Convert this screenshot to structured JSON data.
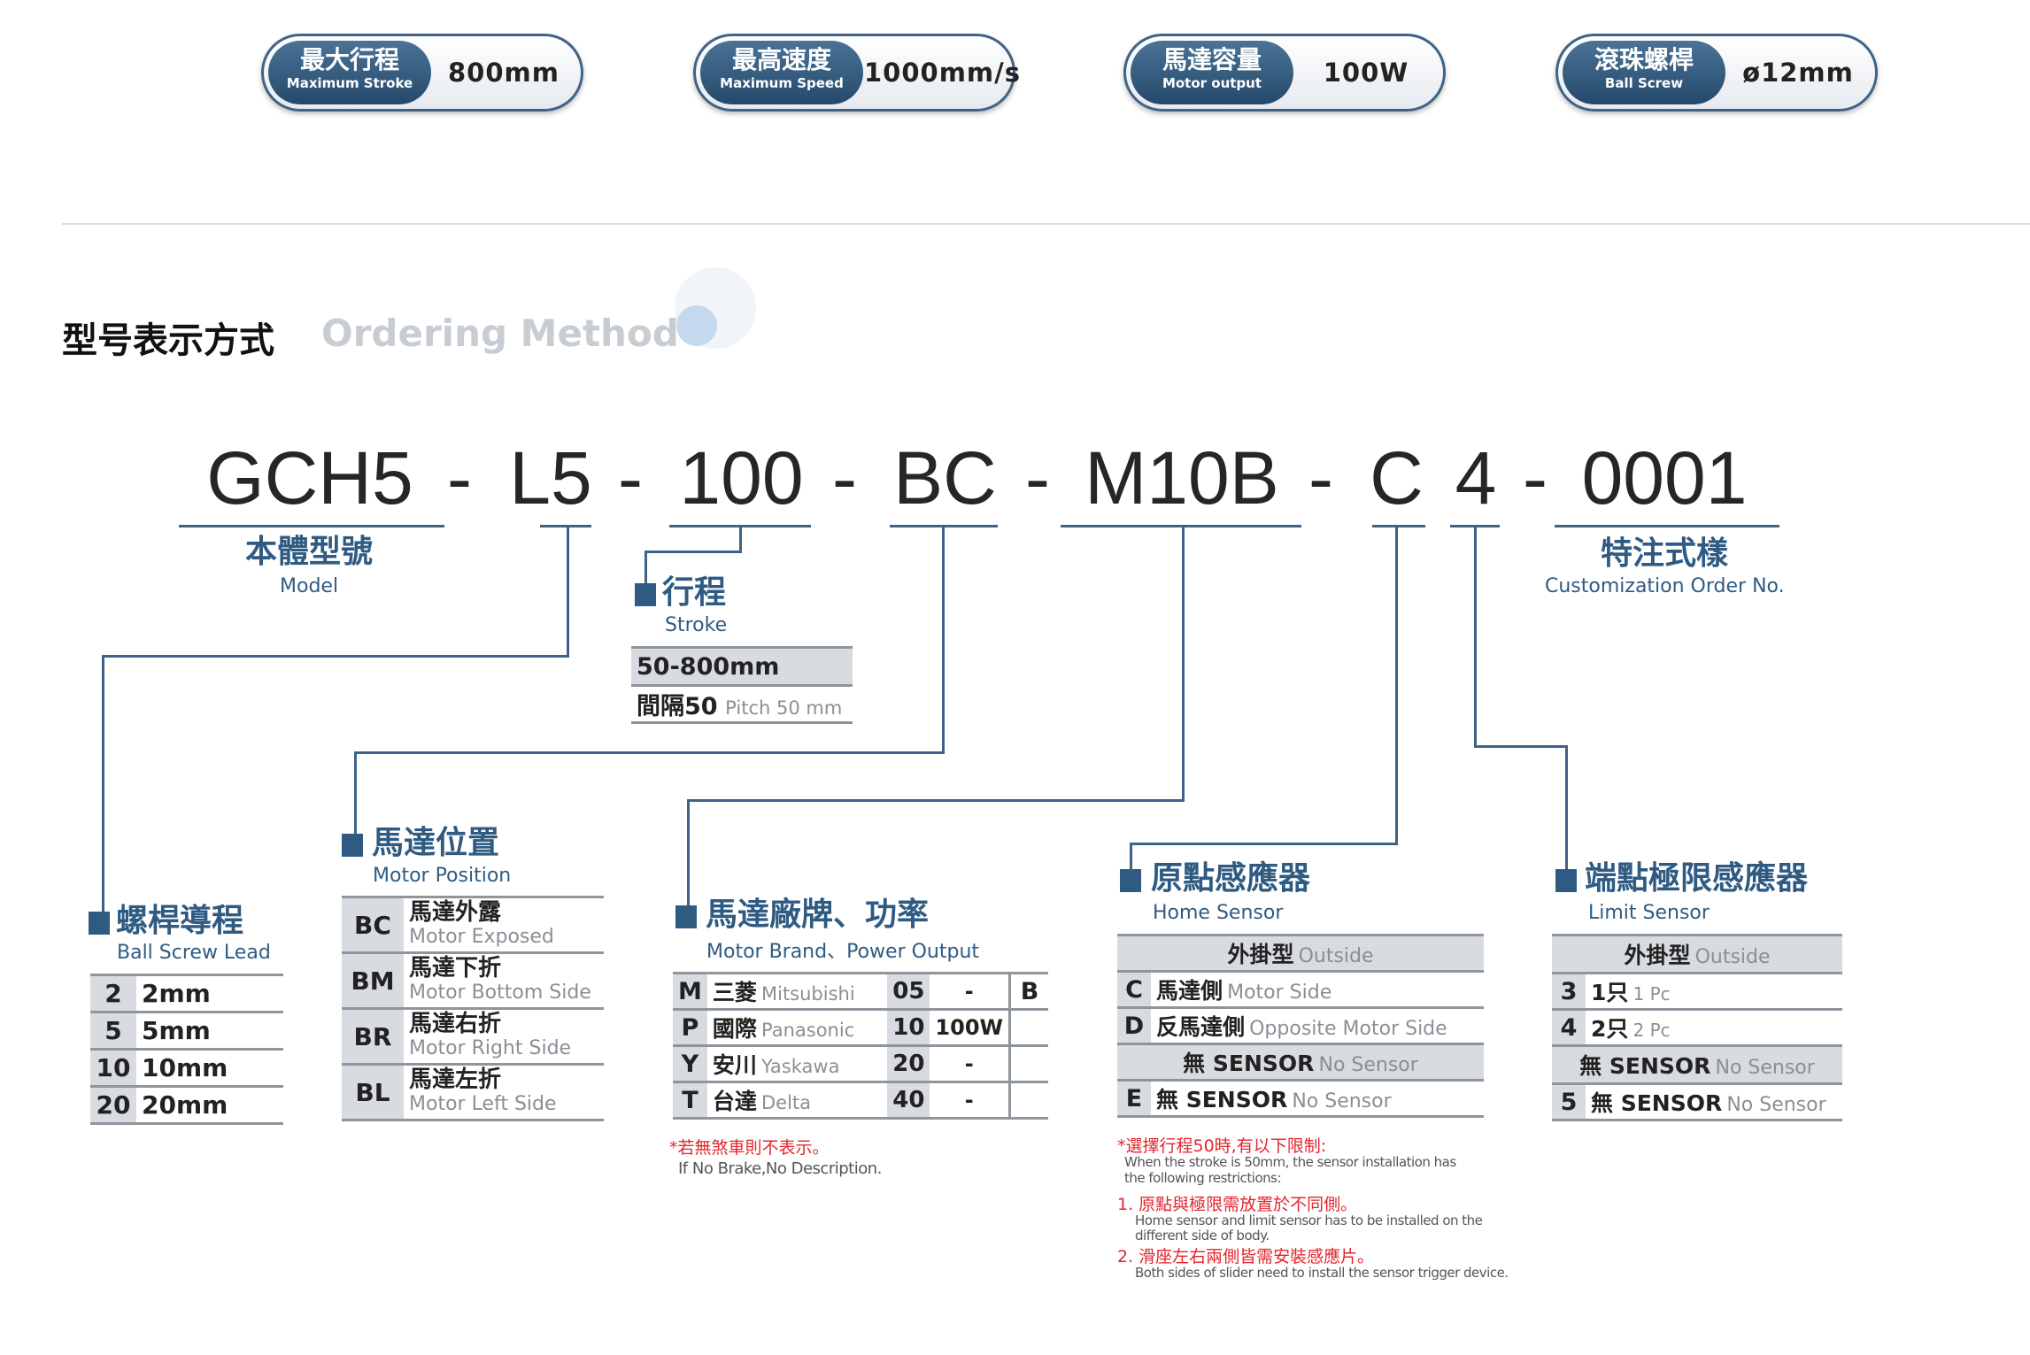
{
  "specs": [
    {
      "cn": "最大行程",
      "en": "Maximum Stroke",
      "value": "800mm"
    },
    {
      "cn": "最高速度",
      "en": "Maximum Speed",
      "value": "1000mm/s"
    },
    {
      "cn": "馬達容量",
      "en": "Motor output",
      "value": "100W"
    },
    {
      "cn": "滾珠螺桿",
      "en": "Ball Screw",
      "value": "ø12mm"
    }
  ],
  "section": {
    "title": "型号表示方式",
    "subtitle": "Ordering Method"
  },
  "code": {
    "model": "GCH5",
    "lead": "L5",
    "stroke": "100",
    "motor_pos": "BC",
    "brand": "M10B",
    "home": "C",
    "limit": "4",
    "custom": "0001",
    "sep": "-"
  },
  "labels": {
    "model": {
      "cn": "本體型號",
      "en": "Model"
    },
    "custom": {
      "cn": "特注式樣",
      "en": "Customization Order No."
    },
    "stroke": {
      "cn": "行程",
      "en": "Stroke",
      "range": "50-800mm",
      "pitch_cn": "間隔50",
      "pitch_en": "Pitch 50 mm"
    },
    "lead": {
      "cn": "螺桿導程",
      "en": "Ball Screw Lead"
    },
    "position": {
      "cn": "馬達位置",
      "en": "Motor Position"
    },
    "brand": {
      "cn": "馬達廠牌、功率",
      "en": "Motor Brand、Power Output"
    },
    "home": {
      "cn": "原點感應器",
      "en": "Home Sensor"
    },
    "limit": {
      "cn": "端點極限感應器",
      "en": "Limit Sensor"
    }
  },
  "lead_rows": [
    {
      "code": "2",
      "value": "2mm"
    },
    {
      "code": "5",
      "value": "5mm"
    },
    {
      "code": "10",
      "value": "10mm"
    },
    {
      "code": "20",
      "value": "20mm"
    }
  ],
  "position_rows": [
    {
      "code": "BC",
      "cn": "馬達外露",
      "en": "Motor Exposed"
    },
    {
      "code": "BM",
      "cn": "馬達下折",
      "en": "Motor Bottom Side"
    },
    {
      "code": "BR",
      "cn": "馬達右折",
      "en": "Motor Right Side"
    },
    {
      "code": "BL",
      "cn": "馬達左折",
      "en": "Motor Left Side"
    }
  ],
  "brand_rows": [
    {
      "code": "M",
      "cn": "三菱",
      "en": "Mitsubishi",
      "num": "05",
      "power": "-"
    },
    {
      "code": "P",
      "cn": "國際",
      "en": "Panasonic",
      "num": "10",
      "power": "100W"
    },
    {
      "code": "Y",
      "cn": "安川",
      "en": "Yaskawa",
      "num": "20",
      "power": "-"
    },
    {
      "code": "T",
      "cn": "台達",
      "en": "Delta",
      "num": "40",
      "power": "-"
    }
  ],
  "brake_code": "B",
  "brand_note": {
    "cn": "*若無煞車則不表示。",
    "en": "If No Brake,No Description."
  },
  "home_table": {
    "outside_cn": "外掛型",
    "outside_en": "Outside",
    "rows": [
      {
        "code": "C",
        "cn": "馬達側",
        "en": "Motor Side"
      },
      {
        "code": "D",
        "cn": "反馬達側",
        "en": "Opposite Motor Side"
      }
    ],
    "nosensor_cn": "無 SENSOR",
    "nosensor_en": "No Sensor",
    "last": {
      "code": "E",
      "cn": "無 SENSOR",
      "en": "No Sensor"
    }
  },
  "limit_table": {
    "outside_cn": "外掛型",
    "outside_en": "Outside",
    "rows": [
      {
        "code": "3",
        "cn": "1只",
        "en": "1 Pc"
      },
      {
        "code": "4",
        "cn": "2只",
        "en": "2 Pc"
      }
    ],
    "nosensor_cn": "無 SENSOR",
    "nosensor_en": "No Sensor",
    "last": {
      "code": "5",
      "cn": "無 SENSOR",
      "en": "No Sensor"
    }
  },
  "sensor_notes": {
    "head_cn": "*選擇行程50時,有以下限制:",
    "head_en1": "When the stroke is 50mm, the sensor installation has",
    "head_en2": "the following restrictions:",
    "n1_cn": "1. 原點與極限需放置於不同側。",
    "n1_en1": "Home sensor and limit sensor has to be installed on the",
    "n1_en2": "different side of body.",
    "n2_cn": "2. 滑座左右兩側皆需安裝感應片。",
    "n2_en": "Both sides of slider need to install the sensor trigger device."
  }
}
